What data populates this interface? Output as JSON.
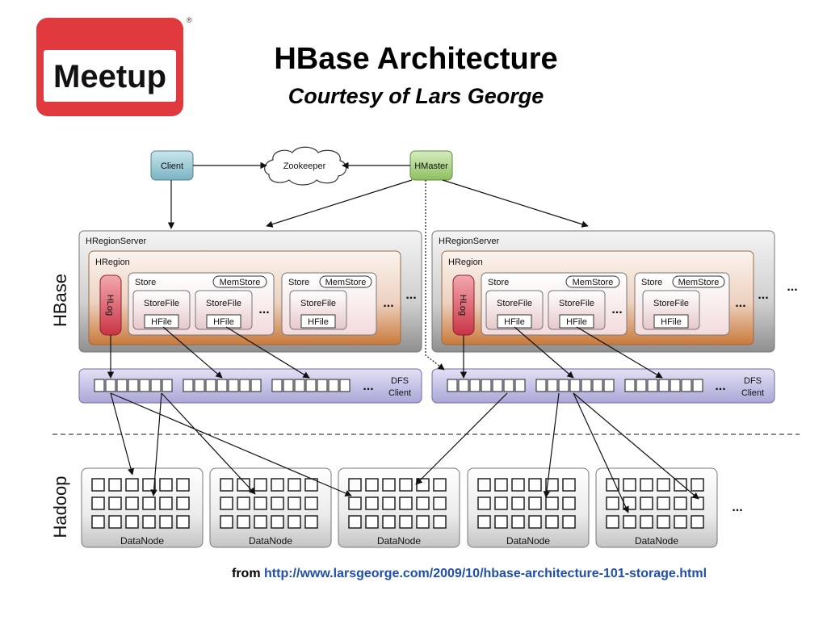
{
  "logo": {
    "text": "Meetup",
    "registered_mark": "®"
  },
  "title": "HBase Architecture",
  "subtitle": "Courtesy of Lars George",
  "layers": {
    "hbase": "HBase",
    "hadoop": "Hadoop"
  },
  "nodes": {
    "client": "Client",
    "zookeeper": "Zookeeper",
    "hmaster": "HMaster"
  },
  "region_servers": [
    {
      "label": "HRegionServer",
      "region_label": "HRegion",
      "hlog": "HLog",
      "stores": [
        {
          "label": "Store",
          "memstore": "MemStore",
          "storefiles": [
            "StoreFile",
            "StoreFile"
          ],
          "hfile": "HFile"
        },
        {
          "label": "Store",
          "memstore": "MemStore",
          "storefiles": [
            "StoreFile"
          ],
          "hfile": "HFile"
        }
      ],
      "dfs_client": [
        "DFS",
        "Client"
      ]
    },
    {
      "label": "HRegionServer",
      "region_label": "HRegion",
      "hlog": "HLog",
      "stores": [
        {
          "label": "Store",
          "memstore": "MemStore",
          "storefiles": [
            "StoreFile",
            "StoreFile"
          ],
          "hfile": "HFile"
        },
        {
          "label": "Store",
          "memstore": "MemStore",
          "storefiles": [
            "StoreFile"
          ],
          "hfile": "HFile"
        }
      ],
      "dfs_client": [
        "DFS",
        "Client"
      ]
    }
  ],
  "datanodes": [
    "DataNode",
    "DataNode",
    "DataNode",
    "DataNode",
    "DataNode"
  ],
  "ellipsis": "...",
  "credit": {
    "prefix": "from",
    "url": "http://www.larsgeorge.com/2009/10/hbase-architecture-101-storage.html"
  },
  "colors": {
    "logo_red": "#e0393e",
    "client": "#8fc3cf",
    "hmaster": "#a6cf7c",
    "hlog": "#d9505e",
    "dfs": "#b8b6df",
    "region_bottom": "#c97a3a"
  }
}
